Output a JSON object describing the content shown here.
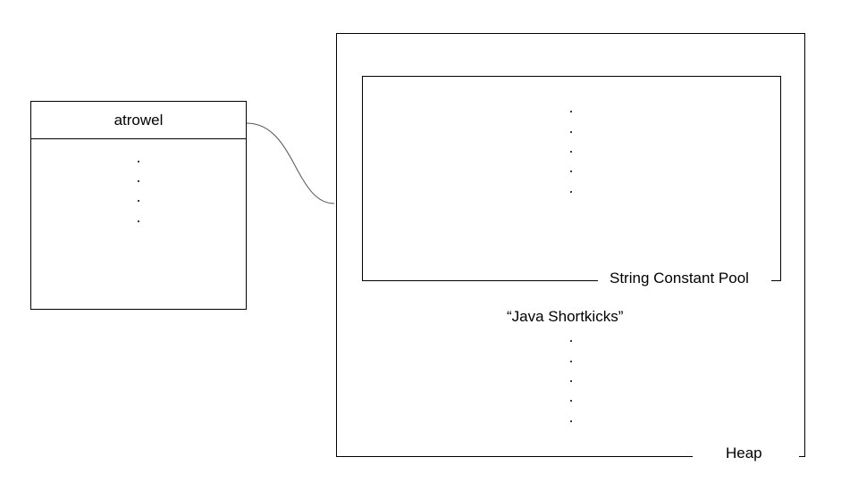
{
  "stack_frame": {
    "variable_name": "atrowel"
  },
  "heap": {
    "label": "Heap",
    "string_literal": "“Java Shortkicks”"
  },
  "string_constant_pool": {
    "label": "String Constant Pool"
  },
  "colors": {
    "stroke": "#000000",
    "connector": "#555555",
    "background": "#ffffff"
  }
}
